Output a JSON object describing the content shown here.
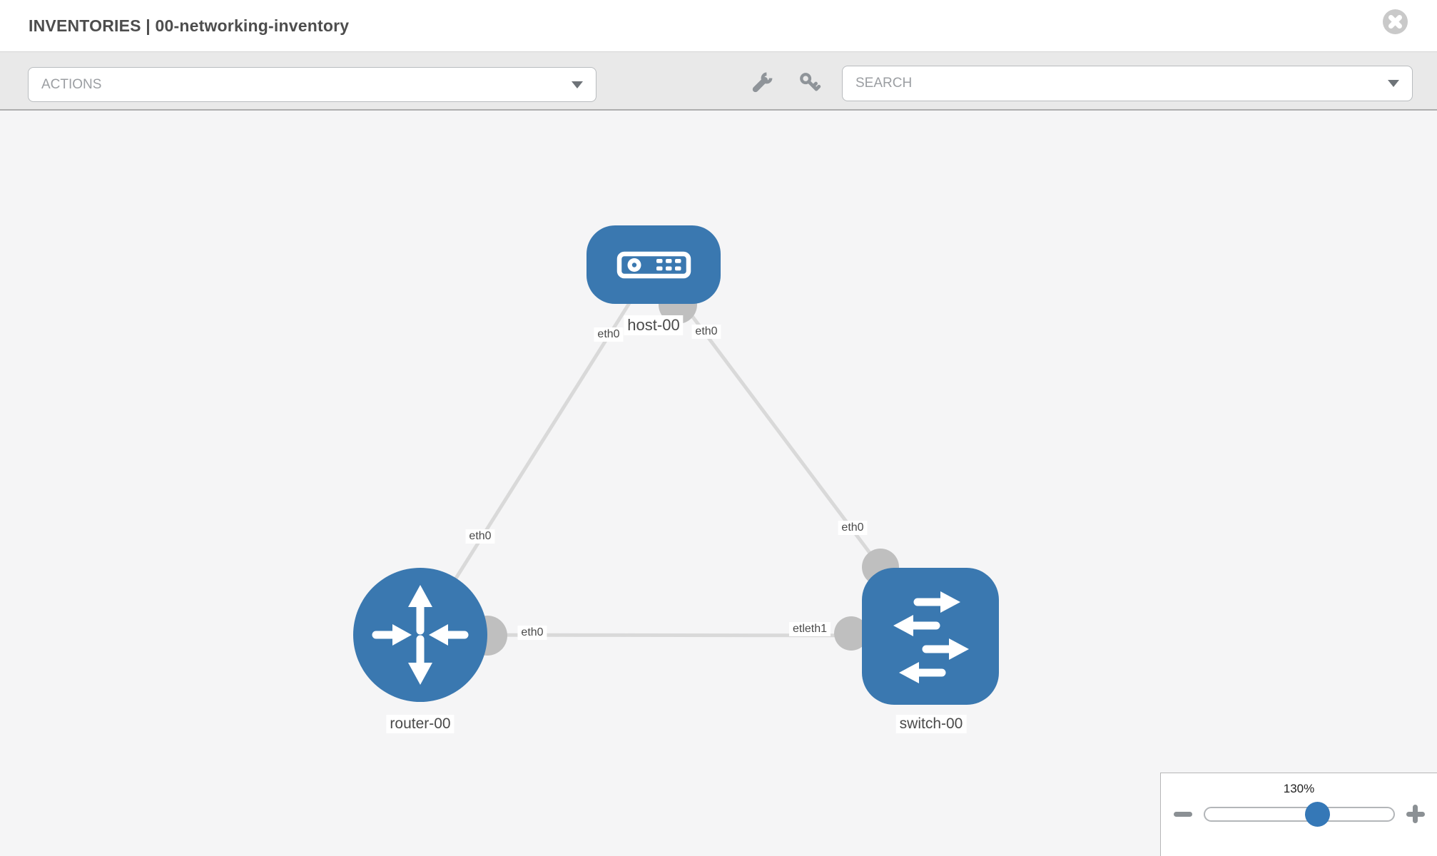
{
  "header": {
    "title": "INVENTORIES | 00-networking-inventory"
  },
  "toolbar": {
    "actions_label": "ACTIONS",
    "search_placeholder": "SEARCH"
  },
  "icons": {
    "close": "close-circle-icon",
    "wrench": "wrench-icon",
    "key": "key-icon",
    "actions_caret": "chevron-down-icon",
    "search_caret": "chevron-down-icon",
    "zoom_out": "minus-icon",
    "zoom_in": "plus-icon",
    "host_node": "host-device-icon",
    "router_node": "router-arrows-icon",
    "switch_node": "switch-arrows-icon"
  },
  "colors": {
    "node_blue": "#3a78b0",
    "link_gray": "#d9d9d9",
    "endpoint_gray": "#bfbfbf",
    "slider_handle_blue": "#3578b7",
    "canvas_bg": "#f5f5f6"
  },
  "topology": {
    "nodes": [
      {
        "id": "host-00",
        "type": "host",
        "label": "host-00"
      },
      {
        "id": "router-00",
        "type": "router",
        "label": "router-00"
      },
      {
        "id": "switch-00",
        "type": "switch",
        "label": "switch-00"
      }
    ],
    "links": [
      {
        "from": "host-00",
        "from_port": "eth0",
        "to": "router-00",
        "to_port": "eth0"
      },
      {
        "from": "host-00",
        "from_port": "eth0",
        "to": "switch-00",
        "to_port": "eth0"
      },
      {
        "from": "router-00",
        "from_port": "eth0",
        "to": "switch-00",
        "to_port": "eth1"
      }
    ],
    "node_labels": {
      "host": "host-00",
      "router": "router-00",
      "switch": "switch-00"
    },
    "port_labels": {
      "host_left": "eth0",
      "host_right": "eth0",
      "link_host_router": "eth0",
      "link_host_switch": "eth0",
      "link_router_switch_router_side": "eth0",
      "link_router_switch_switch_side": "etleth1"
    }
  },
  "zoom_control": {
    "level": "130%"
  }
}
